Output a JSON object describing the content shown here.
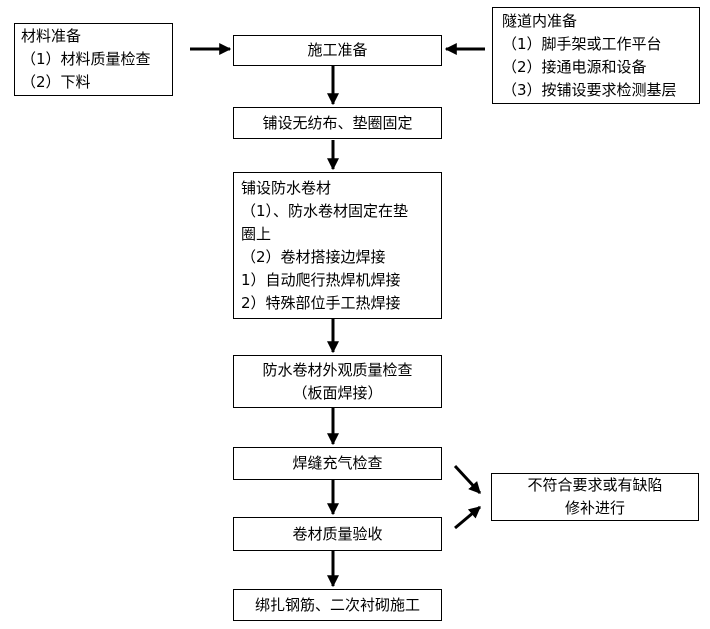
{
  "left_box": {
    "lines": [
      "材料准备",
      "（1）材料质量检查",
      "（2）下料"
    ]
  },
  "right_box": {
    "lines": [
      "隧道内准备",
      "（1）脚手架或工作平台",
      "（2）接通电源和设备",
      "（3）按铺设要求检测基层"
    ]
  },
  "steps": [
    {
      "lines": [
        "施工准备"
      ]
    },
    {
      "lines": [
        "铺设无纺布、垫圈固定"
      ]
    },
    {
      "lines": [
        "铺设防水卷材",
        "（1）、防水卷材固定在垫",
        "圈上",
        "（2）卷材搭接边焊接",
        "1）自动爬行热焊机焊接",
        "2）特殊部位手工热焊接"
      ]
    },
    {
      "lines": [
        "防水卷材外观质量检查",
        "（板面焊接）"
      ]
    },
    {
      "lines": [
        "焊缝充气检查"
      ]
    },
    {
      "lines": [
        "卷材质量验收"
      ]
    },
    {
      "lines": [
        "绑扎钢筋、二次衬砌施工"
      ]
    }
  ],
  "repair_box": {
    "lines": [
      "不符合要求或有缺陷",
      "修补进行"
    ]
  }
}
